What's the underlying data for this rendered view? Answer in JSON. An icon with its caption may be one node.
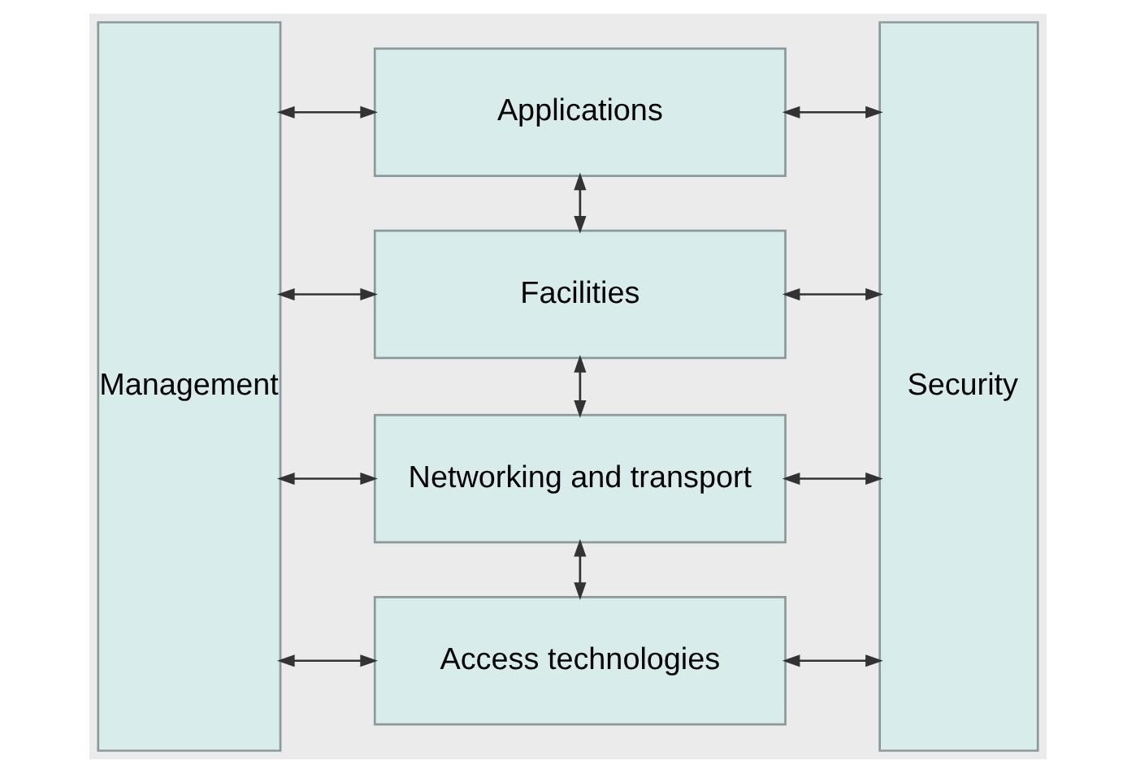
{
  "diagram": {
    "nodes": [
      {
        "text": [
          "Management"
        ]
      },
      {
        "text": [
          "Applications"
        ]
      },
      {
        "text": [
          "Facilities"
        ]
      },
      {
        "text": [
          "Networking and transport"
        ]
      },
      {
        "text": [
          "Access technologies"
        ]
      },
      {
        "text": [
          "Security"
        ]
      }
    ],
    "edges": [
      {
        "from": 0,
        "to": 1,
        "arrow": "both"
      },
      {
        "from": 1,
        "to": 5,
        "arrow": "both"
      },
      {
        "from": 0,
        "to": 2,
        "arrow": "both"
      },
      {
        "from": 2,
        "to": 5,
        "arrow": "both"
      },
      {
        "from": 1,
        "to": 2,
        "arrow": "both"
      },
      {
        "from": 0,
        "to": 3,
        "arrow": "both"
      },
      {
        "from": 3,
        "to": 5,
        "arrow": "both"
      },
      {
        "from": 2,
        "to": 3,
        "arrow": "both"
      },
      {
        "from": 0,
        "to": 4,
        "arrow": "both"
      },
      {
        "from": 4,
        "to": 5,
        "arrow": "both"
      },
      {
        "from": 3,
        "to": 4,
        "arrow": "both"
      }
    ]
  }
}
